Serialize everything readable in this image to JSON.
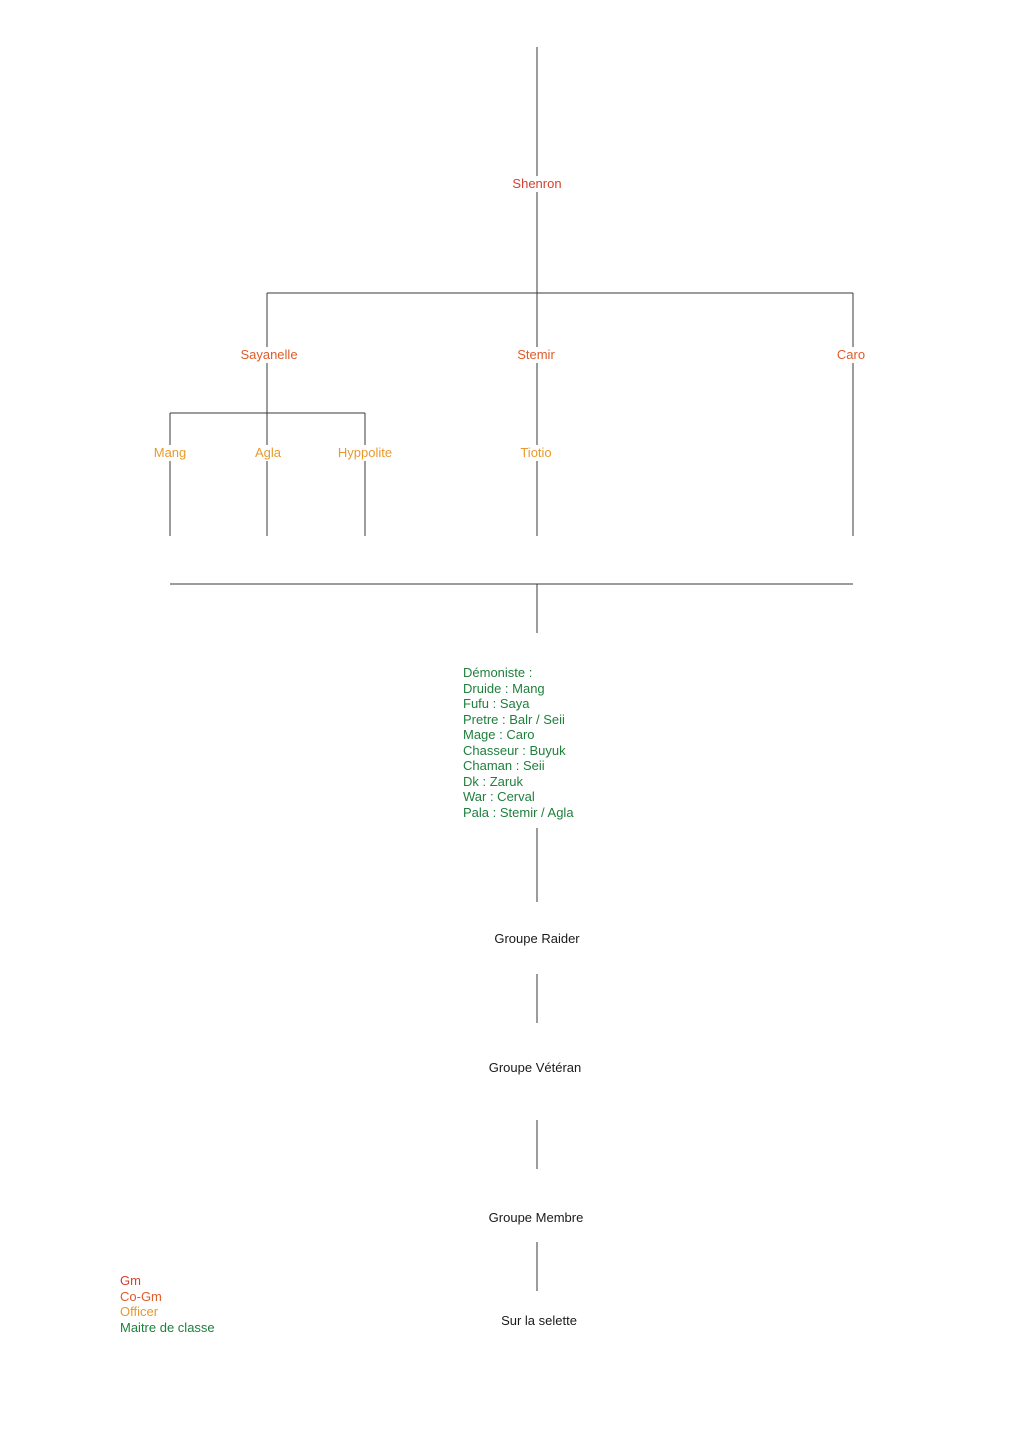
{
  "tree": {
    "gm": "Shenron",
    "co_gms": [
      "Sayanelle",
      "Stemir",
      "Caro"
    ],
    "officers": [
      "Mang",
      "Agla",
      "Hyppolite",
      "Tiotio"
    ]
  },
  "class_masters": [
    "Démoniste :",
    "Druide : Mang",
    "Fufu : Saya",
    "Pretre : Balr / Seii",
    "Mage : Caro",
    "Chasseur : Buyuk",
    "Chaman : Seii",
    "Dk : Zaruk",
    "War : Cerval",
    "Pala : Stemir / Agla"
  ],
  "groups": [
    "Groupe Raider",
    "Groupe Vétéran",
    "Groupe Membre",
    "Sur la selette"
  ],
  "legend": [
    {
      "label": "Gm",
      "color": "#d6402e"
    },
    {
      "label": "Co-Gm",
      "color": "#df5c2a"
    },
    {
      "label": "Officer",
      "color": "#e89a2c"
    },
    {
      "label": "Maitre de classe",
      "color": "#1f7f3c"
    }
  ]
}
